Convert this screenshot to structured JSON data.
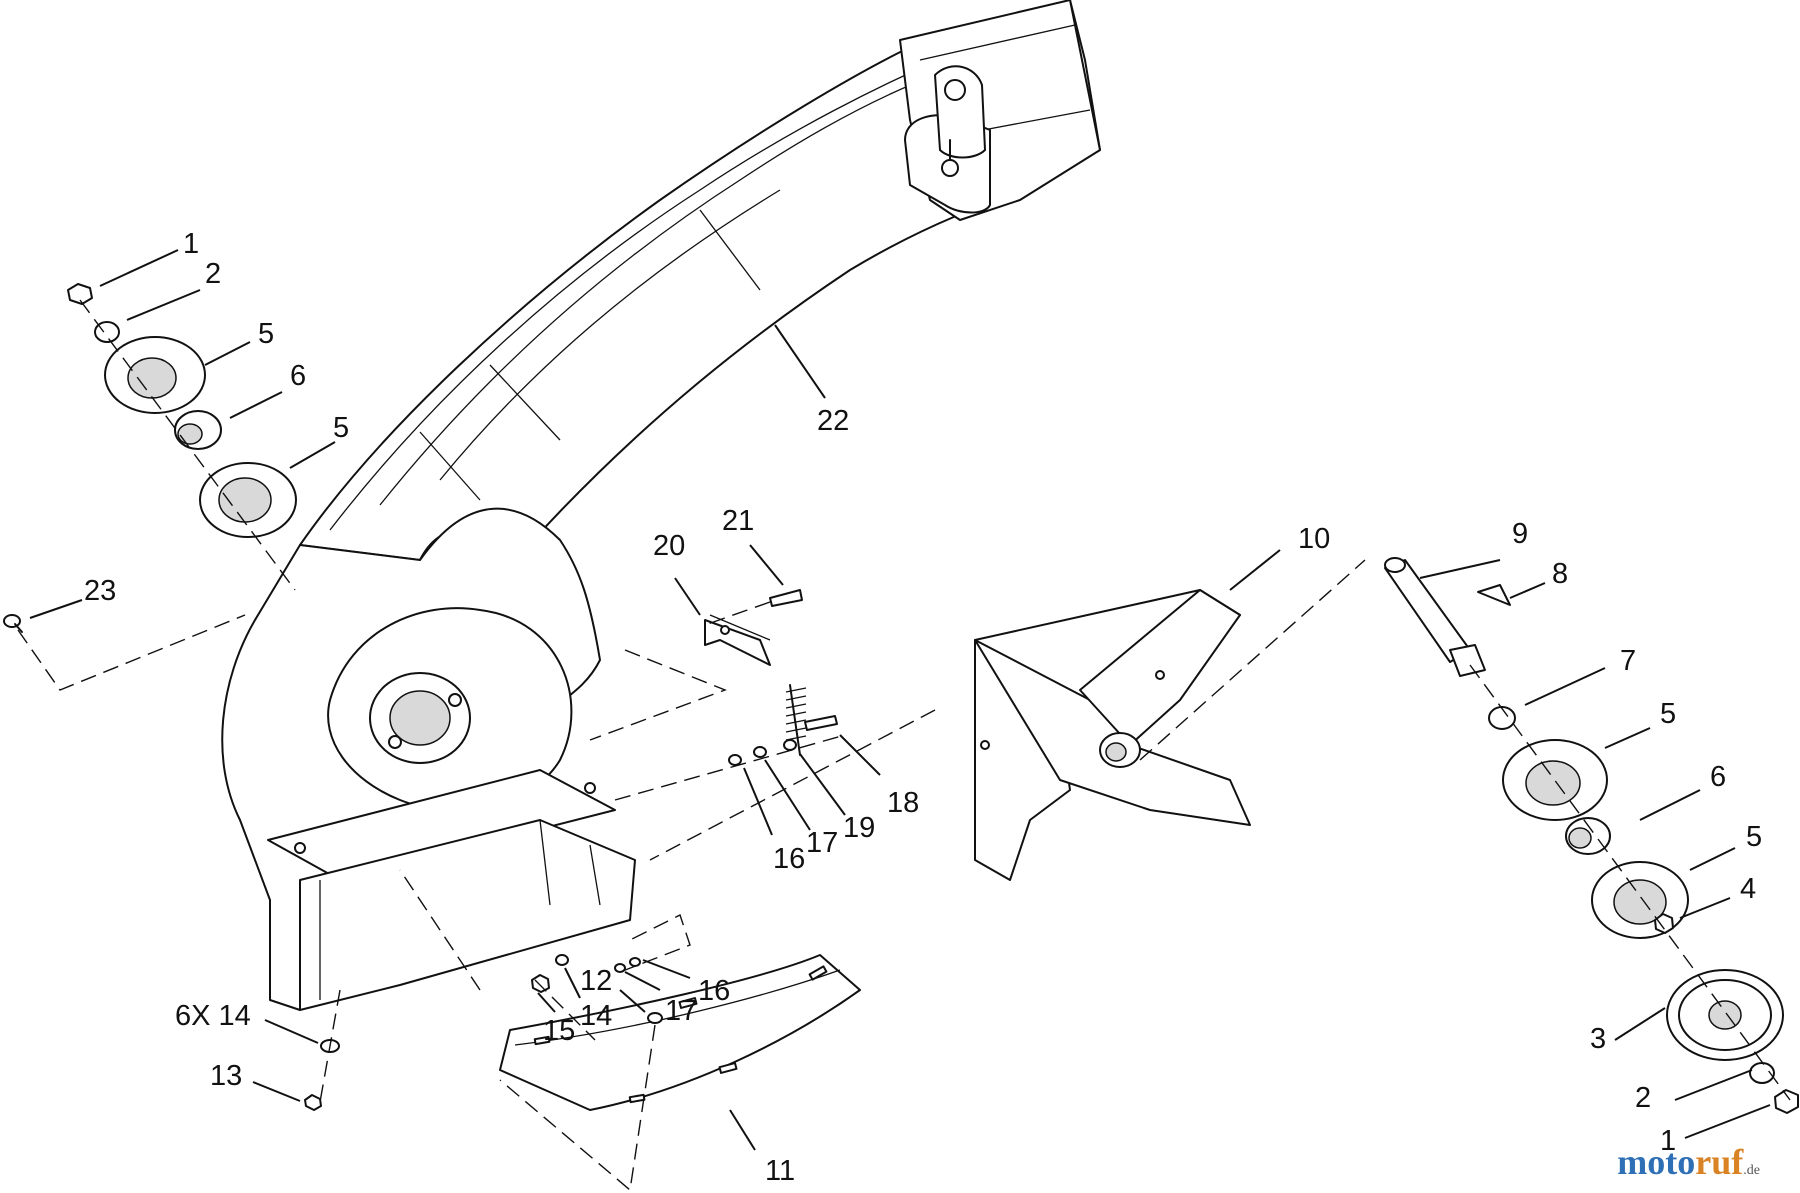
{
  "callouts": [
    {
      "label": "1"
    },
    {
      "label": "2"
    },
    {
      "label": "5"
    },
    {
      "label": "6"
    },
    {
      "label": "5"
    },
    {
      "label": "23"
    },
    {
      "label": "22"
    },
    {
      "label": "20"
    },
    {
      "label": "21"
    },
    {
      "label": "16"
    },
    {
      "label": "17"
    },
    {
      "label": "19"
    },
    {
      "label": "18"
    },
    {
      "label": "10"
    },
    {
      "label": "9"
    },
    {
      "label": "8"
    },
    {
      "label": "7"
    },
    {
      "label": "5"
    },
    {
      "label": "6"
    },
    {
      "label": "5"
    },
    {
      "label": "4"
    },
    {
      "label": "3"
    },
    {
      "label": "2"
    },
    {
      "label": "1"
    },
    {
      "label": "6X 14"
    },
    {
      "label": "13"
    },
    {
      "label": "15"
    },
    {
      "label": "14"
    },
    {
      "label": "12"
    },
    {
      "label": "17"
    },
    {
      "label": "16"
    },
    {
      "label": "11"
    }
  ],
  "watermark": {
    "brand_a": "moto",
    "brand_b": "ruf",
    "suffix": ".de"
  }
}
